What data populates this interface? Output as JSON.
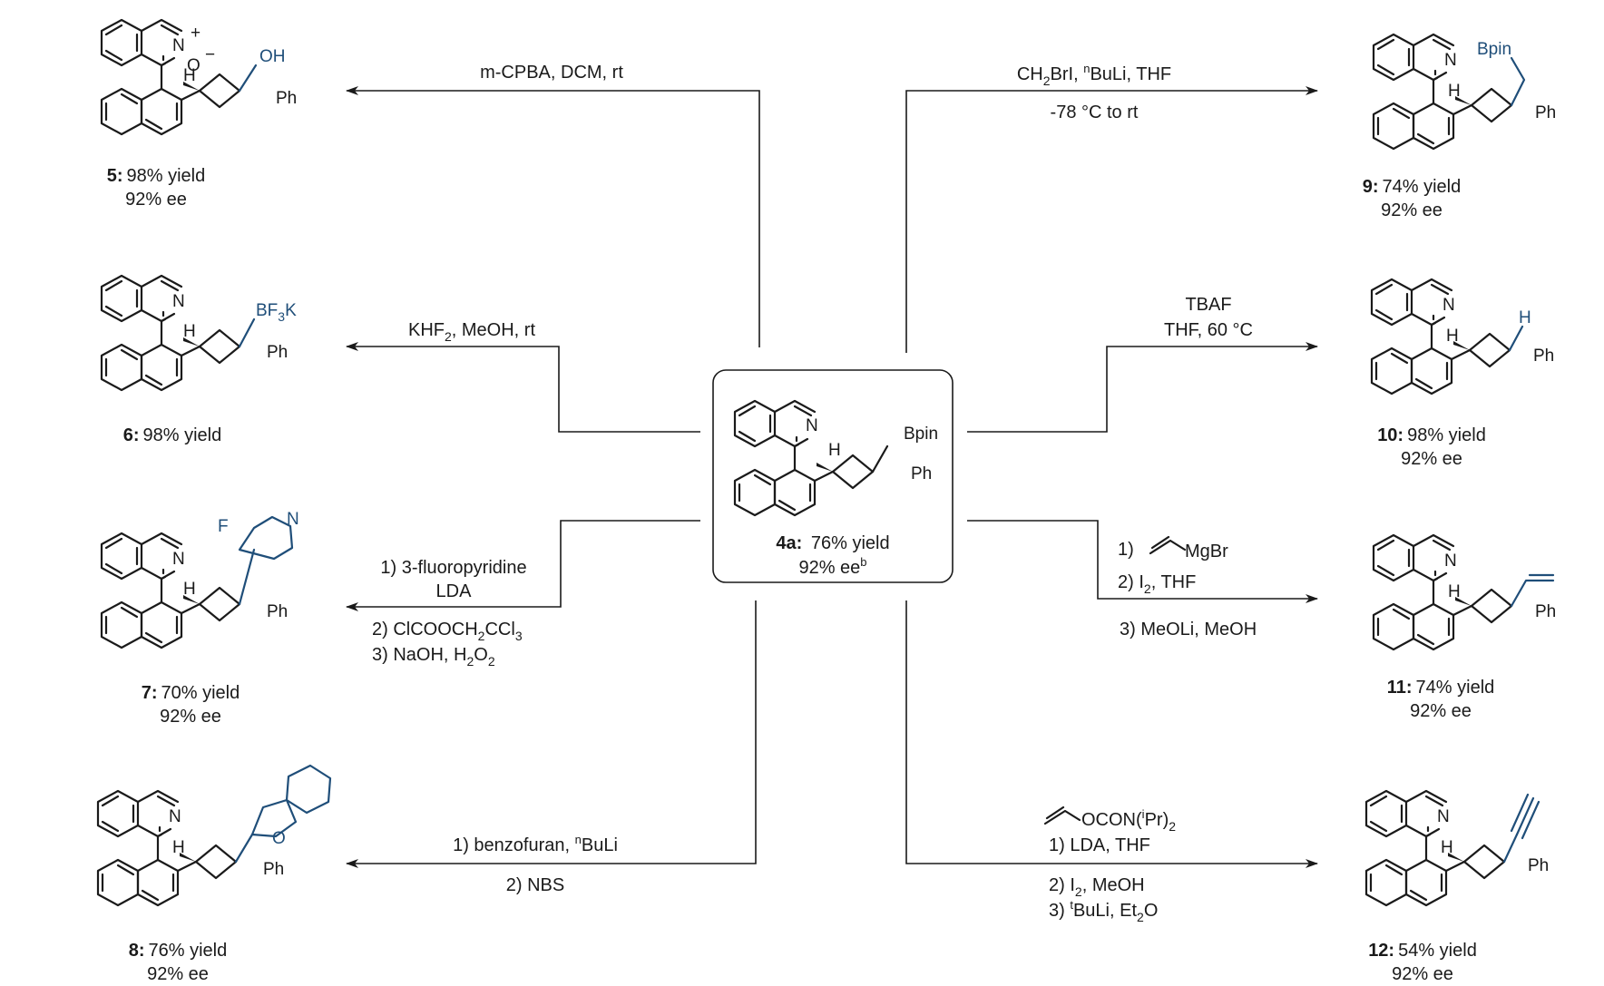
{
  "center": {
    "label": "4a:",
    "yield": "76% yield",
    "ee": "92% ee",
    "ee_sup": "b",
    "group": "Bpin"
  },
  "conditions": {
    "c5": {
      "line1": "m-CPBA, DCM, rt"
    },
    "c6": {
      "line1": "KHF",
      "line1_sub": "2",
      "line1_rest": ", MeOH, rt"
    },
    "c7": {
      "line1": "1) 3-fluoropyridine",
      "line2": "LDA",
      "line3": "2) ClCOOCH",
      "line3_sub": "2",
      "line3_rest": "CCl",
      "line3_sub2": "3",
      "line4": "3) NaOH, H",
      "line4_sub": "2",
      "line4_mid": "O",
      "line4_sub2": "2"
    },
    "c8": {
      "line1": "1) benzofuran, ",
      "line1_sup": "n",
      "line1_rest": "BuLi",
      "line2": "2) NBS"
    },
    "c9": {
      "line1": "CH",
      "line1_sub": "2",
      "line1_mid": "BrI, ",
      "line1_sup": "n",
      "line1_rest": "BuLi, THF",
      "line2": "-78 °C to rt"
    },
    "c10": {
      "line1": "TBAF",
      "line2": "THF, 60 °C"
    },
    "c11": {
      "line1": "1)",
      "line1_b": "MgBr",
      "line2": "2) I",
      "line2_sub": "2",
      "line2_rest": ", THF",
      "line3": "3) MeOLi, MeOH"
    },
    "c12": {
      "line0": "OCON(",
      "line0_sup": "i",
      "line0_rest": "Pr)",
      "line0_sub": "2",
      "line1": "1) LDA, THF",
      "line2": "2) I",
      "line2_sub": "2",
      "line2_rest": ", MeOH",
      "line3": "3) ",
      "line3_sup": "t",
      "line3_rest": "BuLi, Et",
      "line3_sub": "2",
      "line3_end": "O"
    }
  },
  "products": {
    "p5": {
      "label": "5:",
      "yield": "98% yield",
      "ee": "92% ee",
      "group": "OH",
      "n_plus": "+",
      "o_minus": "O",
      "minus": "−"
    },
    "p6": {
      "label": "6:",
      "yield": "98% yield",
      "group": "BF",
      "group_sub": "3",
      "group_rest": "K"
    },
    "p7": {
      "label": "7:",
      "yield": "70% yield",
      "ee": "92% ee",
      "group_f": "F",
      "group_n": "N"
    },
    "p8": {
      "label": "8:",
      "yield": "76% yield",
      "ee": "92% ee",
      "group_o": "O"
    },
    "p9": {
      "label": "9:",
      "yield": "74% yield",
      "ee": "92% ee",
      "group": "Bpin"
    },
    "p10": {
      "label": "10:",
      "yield": "98% yield",
      "ee": "92% ee",
      "group": "H"
    },
    "p11": {
      "label": "11:",
      "yield": "74% yield",
      "ee": "92% ee"
    },
    "p12": {
      "label": "12:",
      "yield": "54% yield",
      "ee": "92% ee"
    }
  },
  "atoms": {
    "N": "N",
    "H": "H",
    "Ph": "Ph"
  }
}
